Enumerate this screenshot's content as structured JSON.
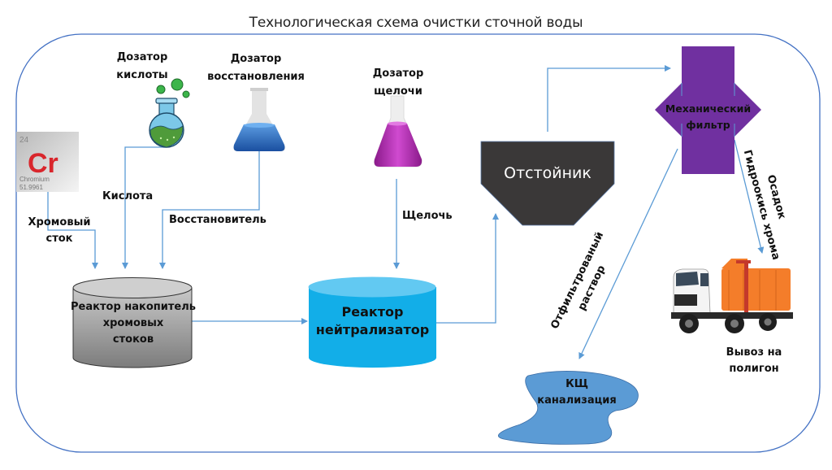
{
  "title": "Технологическая схема очистки сточной воды",
  "element_tile": {
    "number": "24",
    "symbol": "Cr",
    "name": "Chromium",
    "mass": "51.9961"
  },
  "nodes": {
    "acid_dispenser": {
      "line1": "Дозатор",
      "line2": "кислоты",
      "icon": "round-flask-green"
    },
    "reducer_dispenser": {
      "line1": "Дозатор",
      "line2": "восстановления",
      "icon": "erlenmeyer-flask-blue"
    },
    "alkali_dispenser": {
      "line1": "Дозатор",
      "line2": "щелочи",
      "icon": "erlenmeyer-flask-purple"
    },
    "storage_reactor": {
      "line1": "Реактор накопитель",
      "line2": "хромовых",
      "line3": "стоков"
    },
    "neutralizer_reactor": {
      "line1": "Реактор",
      "line2": "нейтрализатор"
    },
    "settling_tank": {
      "label": "Отстойник"
    },
    "mechanical_filter": {
      "line1": "Механический",
      "line2": "фильтр"
    },
    "sewer": {
      "line1": "КЩ",
      "line2": "канализация"
    },
    "landfill": {
      "line1": "Вывоз на",
      "line2": "полигон",
      "icon": "garbage-truck"
    }
  },
  "flow_labels": {
    "chrome_drain": {
      "line1": "Хромовый",
      "line2": "сток"
    },
    "acid": "Кислота",
    "reducer": "Восстановитель",
    "alkali": "Щелочь",
    "filtered_solution": {
      "line1": "Отфильтрованый",
      "line2": "раствор"
    },
    "sludge": {
      "line1": "Осадок",
      "line2": "Гидроокись хрома"
    }
  },
  "colors": {
    "frame": "#4472c4",
    "connector": "#5b9bd5",
    "storage_reactor": "#9a9a9a",
    "neutralizer_reactor": "#12aee8",
    "settling_tank": "#3a3838",
    "mechanical_filter": "#7030a0",
    "sewer": "#5b9bd5",
    "element_symbol": "#d9262c"
  }
}
